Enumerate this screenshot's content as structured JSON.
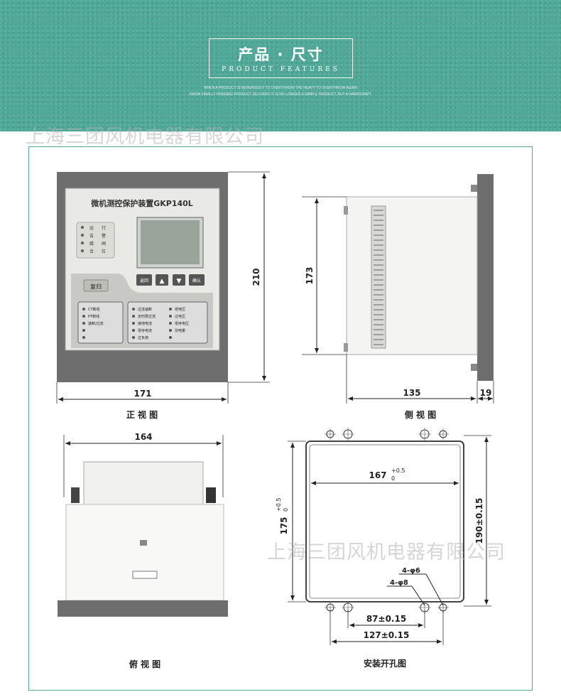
{
  "header": {
    "title_cn": "产品 · 尺寸",
    "title_en": "PRODUCT FEATURES",
    "line1": "WHEN A PRODUCT IS REPEATEDLY TO OVERTHROW THE HEAVY TO OVERTHROW AGAIN",
    "line2": "KNOW FINALLY FINISHED PRODUCT DELIVERY IT IS NO LONGER A SIMPLE PRODUCT, BUT A HANDICRAFT"
  },
  "watermark": "上海三团风机电器有限公司",
  "device": {
    "name": "微机测控保护装置GKP140L",
    "reset": "复归",
    "k_return": "返回",
    "k_up": "▲",
    "k_down": "▼",
    "k_menu": "确认",
    "leds_top": [
      "运",
      "行",
      "告",
      "警",
      "跳",
      "闸",
      "合",
      "位"
    ],
    "leds_left": [
      "CT断线",
      "PT断线",
      "速断/过流",
      "",
      ""
    ],
    "leds_mid": [
      "过流速断",
      "定时限过流",
      "接地电流",
      "零序电流",
      "过负荷"
    ],
    "leds_right": [
      "低电压",
      "过电压",
      "零序电压",
      "非电量",
      ""
    ]
  },
  "front": {
    "width": "171",
    "height": "210",
    "caption": "正 视 图"
  },
  "side": {
    "height": "173",
    "depth": "135",
    "flange": "19",
    "caption": "侧 视 图"
  },
  "top_view": {
    "width": "164",
    "caption": "俯 视 图"
  },
  "cutout": {
    "width_main": "167",
    "width_tol": "+0.5",
    "width_tol2": "0",
    "height_main": "175",
    "height_tol": "+0.5",
    "height_tol2": "0",
    "height2": "190±0.15",
    "hole1": "4-φ6",
    "hole2": "4-φ8",
    "pitch1": "87±0.15",
    "pitch2": "127±0.15",
    "caption": "安装开孔图"
  }
}
